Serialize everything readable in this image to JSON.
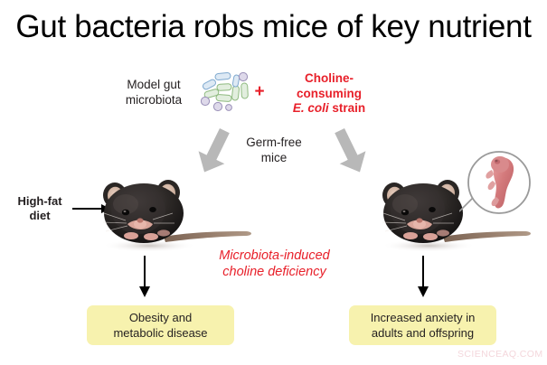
{
  "title": "Gut bacteria robs mice of key nutrient",
  "labels": {
    "microbiota": "Model gut\nmicrobiota",
    "microbiota_line1": "Model gut",
    "microbiota_line2": "microbiota",
    "plus": "+",
    "ecoli_line1": "Choline-",
    "ecoli_line2": "consuming",
    "ecoli_species": "E. coli",
    "ecoli_suffix": " strain",
    "germfree_line1": "Germ-free",
    "germfree_line2": "mice",
    "highfat_line1": "High-fat",
    "highfat_line2": "diet",
    "deficiency_line1": "Microbiota-induced",
    "deficiency_line2": "choline deficiency"
  },
  "outcomes": {
    "left_line1": "Obesity and",
    "left_line2": "metabolic disease",
    "right_line1": "Increased anxiety in",
    "right_line2": "adults and offspring"
  },
  "figures": {
    "mouse_left_alt": "black mouse on high-fat diet",
    "mouse_right_alt": "black mouse with offspring callout",
    "pup_alt": "newborn mouse pup"
  },
  "icons": {
    "arrow_high_fat": "arrow-right-icon",
    "arrow_down_left": "arrow-down-icon",
    "arrow_down_right": "arrow-down-icon",
    "gray_arrow_left": "block-arrow-down-left-icon",
    "gray_arrow_right": "block-arrow-down-right-icon",
    "bacteria": "bacteria-cluster-icon"
  },
  "colors": {
    "accent_red": "#e8202a",
    "outcome_box": "#f7f2ae",
    "gray_arrow": "#b3b3b3",
    "text": "#231f20",
    "watermark": "#f4d7dc"
  },
  "watermark": "SCIENCEAQ.COM"
}
